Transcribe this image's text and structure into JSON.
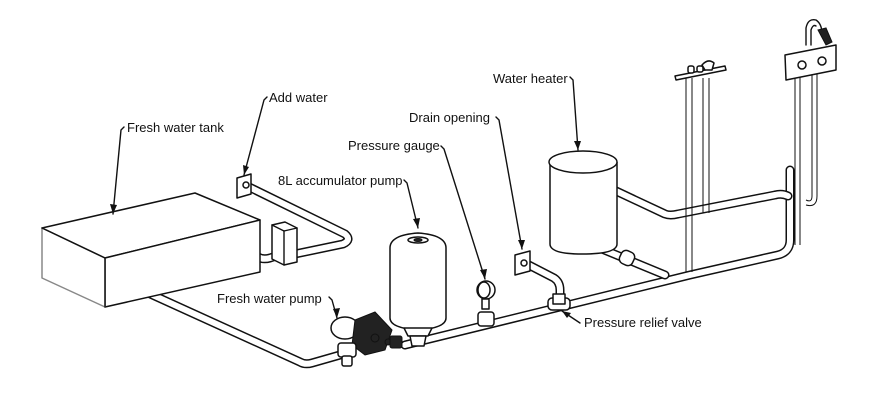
{
  "diagram": {
    "type": "plumbing-schematic",
    "subject": "RV fresh water system",
    "labels": {
      "fresh_water_tank": "Fresh water tank",
      "add_water": "Add water",
      "accumulator": "8L accumulator pump",
      "pressure_gauge": "Pressure gauge",
      "drain_opening": "Drain opening",
      "water_heater": "Water heater",
      "fresh_water_pump": "Fresh water pump",
      "pressure_relief_valve": "Pressure relief valve"
    },
    "components": [
      "fresh-water-tank",
      "add-water-inlet",
      "fresh-water-pump",
      "accumulator-tank",
      "pressure-gauge",
      "drain-opening",
      "pressure-relief-valve",
      "water-heater",
      "sink-faucet",
      "shower-mixer"
    ],
    "colors": {
      "line": "#111111",
      "background": "#ffffff"
    }
  }
}
